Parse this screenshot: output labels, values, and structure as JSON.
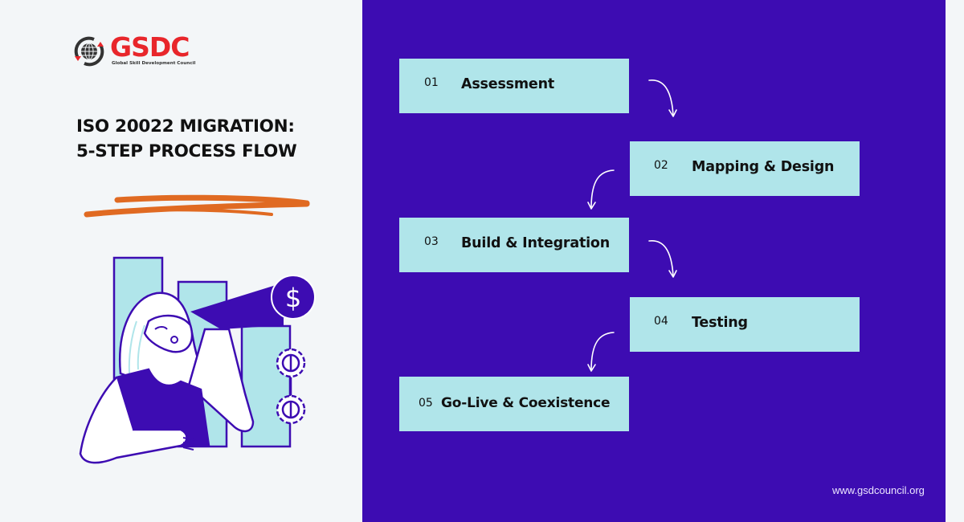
{
  "brand": {
    "logo_text": "GSDC",
    "logo_subtitle": "Global Skill Development Council",
    "logo_icon": "globe-icon",
    "colors": {
      "brand_red": "#e8262b",
      "panel_purple": "#3d0cb2",
      "step_box": "#b0e5ea",
      "brush_orange": "#e06a22",
      "page_bg": "#f3f6f8"
    }
  },
  "header": {
    "title_line1": "ISO 20022 MIGRATION:",
    "title_line2": "5-STEP PROCESS FLOW"
  },
  "illustration": {
    "description": "woman-with-telescope-icon",
    "telescope_symbol": "$"
  },
  "steps": [
    {
      "number": "01",
      "label": "Assessment"
    },
    {
      "number": "02",
      "label": "Mapping & Design"
    },
    {
      "number": "03",
      "label": "Build & Integration"
    },
    {
      "number": "04",
      "label": "Testing"
    },
    {
      "number": "05",
      "label": "Go-Live & Coexistence"
    }
  ],
  "footer": {
    "url": "www.gsdcouncil.org"
  }
}
